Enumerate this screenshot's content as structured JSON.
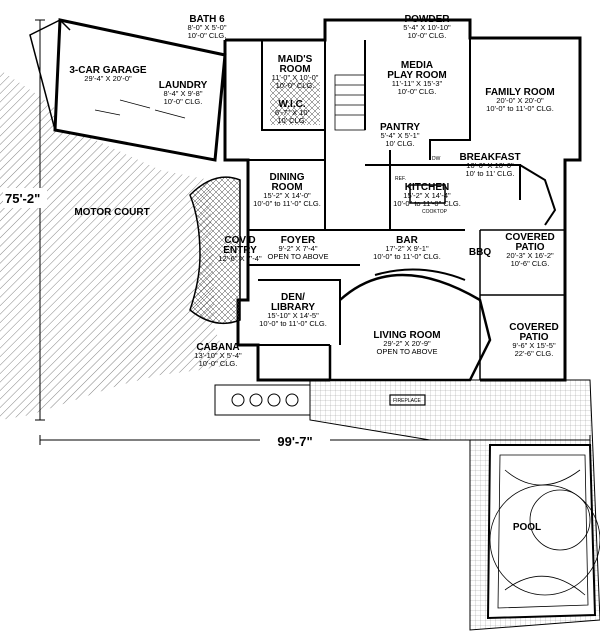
{
  "rooms": [
    {
      "id": "garage",
      "name": "3-CAR GARAGE",
      "dims": "29'-4\" X 20'-0\"",
      "clg": ""
    },
    {
      "id": "laundry",
      "name": "LAUNDRY",
      "dims": "8'-4\" X 9'-8\"",
      "clg": "10'-0\" CLG."
    },
    {
      "id": "bath6",
      "name": "BATH 6",
      "dims": "8'-0\" X 5'-0\"",
      "clg": "10'-0\" CLG."
    },
    {
      "id": "maids",
      "name": "MAID'S ROOM",
      "dims": "11'-0\" X 10'-0\"",
      "clg": "10'-0\" CLG."
    },
    {
      "id": "wic",
      "name": "W.I.C.",
      "dims": "6'-7\" X 10'",
      "clg": "10' CLG."
    },
    {
      "id": "powder",
      "name": "POWDER",
      "dims": "5'-4\" X 10'-10\"",
      "clg": "10'-0\" CLG."
    },
    {
      "id": "media",
      "name": "MEDIA PLAY ROOM",
      "dims": "11'-11\" X 15'-3\"",
      "clg": "10'-0\" CLG."
    },
    {
      "id": "family",
      "name": "FAMILY ROOM",
      "dims": "20'-0\" X 20'-0\"",
      "clg": "10'-0\" to 11'-0\" CLG."
    },
    {
      "id": "pantry",
      "name": "PANTRY",
      "dims": "5'-4\" X 5'-1\"",
      "clg": "10' CLG."
    },
    {
      "id": "breakfast",
      "name": "BREAKFAST",
      "dims": "10'-6\" X 10'-0\"",
      "clg": "10' to 11' CLG."
    },
    {
      "id": "kitchen",
      "name": "KITCHEN",
      "dims": "15'-2\" X 14'-4\"",
      "clg": "10'-0\" to 11'-0\" CLG."
    },
    {
      "id": "dining",
      "name": "DINING ROOM",
      "dims": "15'-2\" X 14'-0\"",
      "clg": "10'-0\" to 11'-0\" CLG."
    },
    {
      "id": "motor",
      "name": "MOTOR COURT",
      "dims": "",
      "clg": ""
    },
    {
      "id": "covdentry",
      "name": "COV'D ENTRY",
      "dims": "12'-6\" X 7'-4\"",
      "clg": ""
    },
    {
      "id": "foyer",
      "name": "FOYER",
      "dims": "9'-2\" X 7'-4\"",
      "clg": "OPEN TO ABOVE"
    },
    {
      "id": "bar",
      "name": "BAR",
      "dims": "17'-2\" X 9'-1\"",
      "clg": "10'-0\" to 11'-0\" CLG."
    },
    {
      "id": "bbq",
      "name": "BBQ",
      "dims": "",
      "clg": ""
    },
    {
      "id": "covpatio1",
      "name": "COVERED PATIO",
      "dims": "20'-3\" X 16'-2\"",
      "clg": "10'-6\" CLG."
    },
    {
      "id": "den",
      "name": "DEN/ LIBRARY",
      "dims": "15'-10\" X 14'-5\"",
      "clg": "10'-0\" to 11'-0\" CLG."
    },
    {
      "id": "living",
      "name": "LIVING ROOM",
      "dims": "29'-2\" X 20'-9\"",
      "clg": "OPEN TO ABOVE"
    },
    {
      "id": "covpatio2",
      "name": "COVERED PATIO",
      "dims": "9'-6\" X 15'-5\"",
      "clg": "22'-6\" CLG."
    },
    {
      "id": "cabana",
      "name": "CABANA",
      "dims": "13'-10\" X 5'-4\"",
      "clg": "10'-0\" CLG."
    },
    {
      "id": "pool",
      "name": "POOL",
      "dims": "",
      "clg": ""
    }
  ],
  "fixtures": {
    "fireplace": "FIREPLACE",
    "dw": "DW",
    "ref": "REF.",
    "cooktop": "COOKTOP"
  },
  "dimensions": {
    "depth": "75'-2\"",
    "width": "99'-7\""
  }
}
